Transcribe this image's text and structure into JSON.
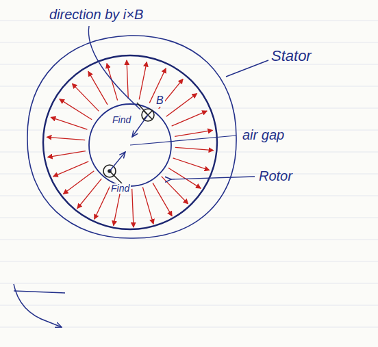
{
  "diagram": {
    "labels": [
      "direction by i×B",
      "Stator",
      "air gap",
      "Rotor",
      "B",
      "Find",
      "Find"
    ]
  }
}
